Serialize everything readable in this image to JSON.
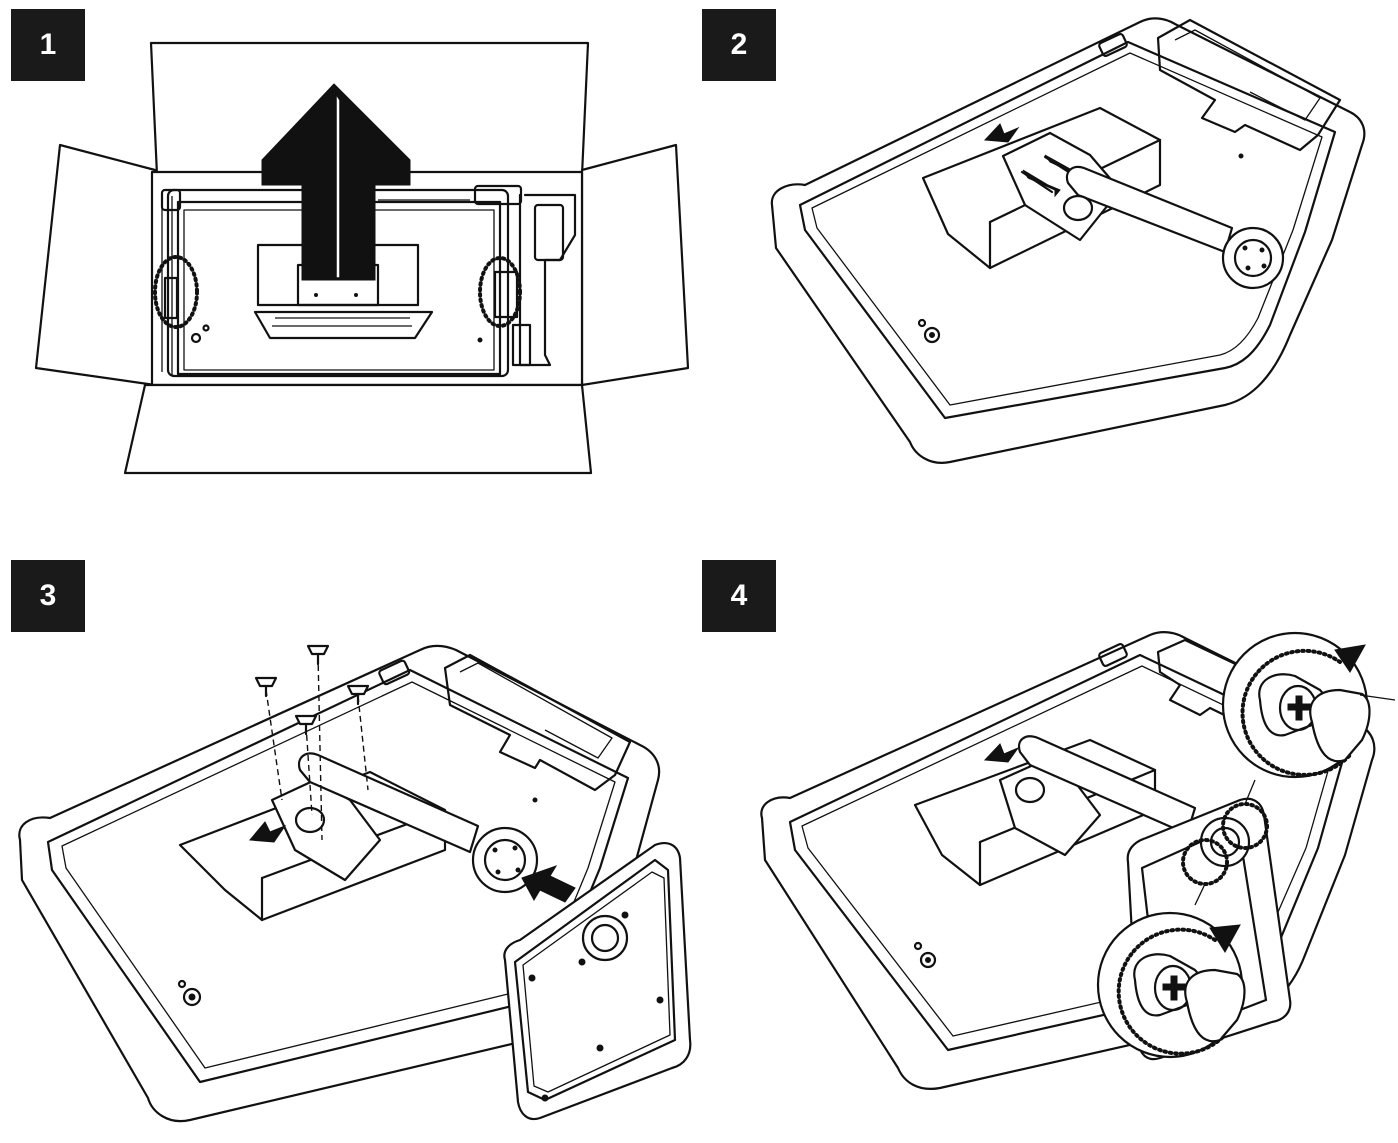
{
  "steps": [
    {
      "number": "1"
    },
    {
      "number": "2"
    },
    {
      "number": "3"
    },
    {
      "number": "4"
    }
  ],
  "colors": {
    "ink": "#111111",
    "badge": "#1a1a1a",
    "paper": "#ffffff"
  },
  "icons": [
    "up-arrow-icon",
    "insert-arrow-icon",
    "rotate-arrow-icon",
    "screw-icon",
    "corsair-logo-icon"
  ]
}
